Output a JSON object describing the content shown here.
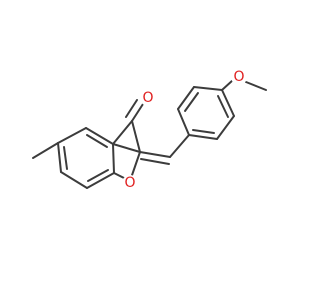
{
  "molecule": {
    "atoms": [
      {
        "id": "o-carbonyl",
        "element": "O",
        "label": "O",
        "color": "#e02020"
      },
      {
        "id": "o-ring",
        "element": "O",
        "label": "O",
        "color": "#e02020"
      },
      {
        "id": "o-methoxy",
        "element": "O",
        "label": "O",
        "color": "#e02020"
      }
    ]
  }
}
